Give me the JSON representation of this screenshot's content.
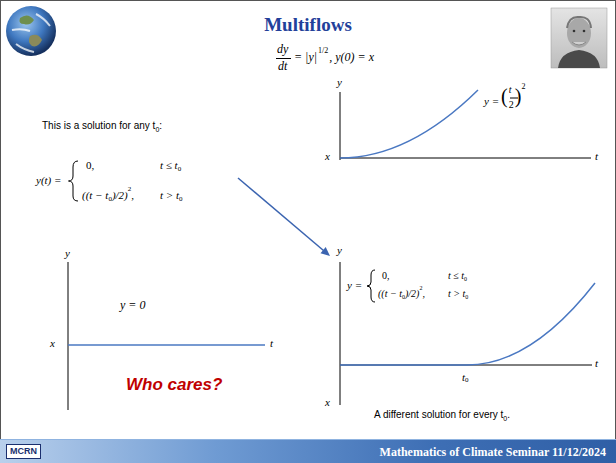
{
  "diagram": {
    "title": "Multiflows",
    "nodes": [
      {
        "text": [
          "Mathematics of Climate Seminar 11/12/2024"
        ]
      }
    ],
    "labels": [
      "dy",
      "dt",
      "= |y|",
      "1/2",
      ", y(0) = x",
      "This is a solution for any t",
      "0",
      ":",
      "y(t) =",
      "0,",
      "t ≤ t",
      "0",
      "((t − t",
      "0",
      ")/2)",
      "2",
      ",",
      "t > t",
      "0",
      "y",
      "y =",
      "(",
      "t",
      "2",
      ")",
      "2",
      "x",
      "t",
      "y",
      "y = 0",
      "x",
      "t",
      "Who cares?",
      "y",
      "y =",
      "0,",
      "t ≤ t",
      "0",
      "((t − t",
      "0",
      ")/2)",
      "2",
      ",",
      "t > t",
      "0",
      "t",
      "t",
      "0",
      "x",
      "A different solution for every t",
      "0",
      ".",
      "MCRN"
    ]
  }
}
